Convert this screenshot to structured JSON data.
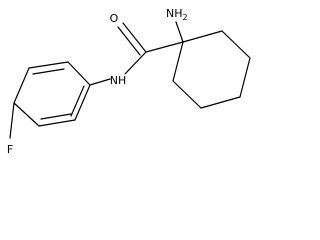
{
  "molecule": {
    "atoms": {
      "carbonyl_oxygen": "O",
      "amide_nitrogen": "NH",
      "fluorine": "F",
      "amine": {
        "symbol": "NH",
        "subscript": "2"
      }
    }
  }
}
